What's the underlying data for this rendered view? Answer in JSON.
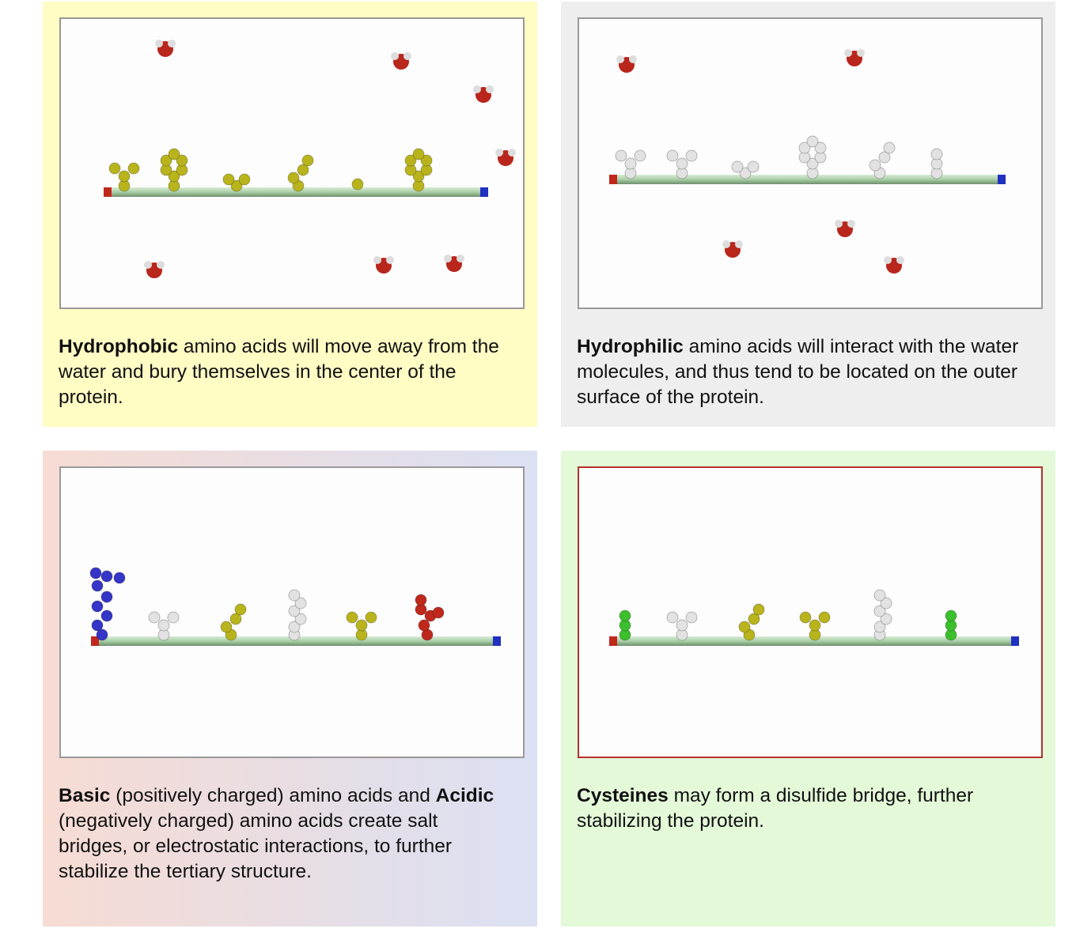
{
  "panels": [
    {
      "bold": "Hydrophobic",
      "text": " amino acids will move away from the water and bury themselves in the center of the protein."
    },
    {
      "bold": "Hydrophilic",
      "text": " amino acids will interact with the water molecules, and thus tend to be located on the outer surface of the protein."
    },
    {
      "bold": "Basic",
      "text": " (positively charged) amino acids and ",
      "bold2": "Acidic",
      "text2": " (negatively charged) amino acids create salt bridges, or electrostatic interactions, to further stabilize the tertiary structure."
    },
    {
      "bold": "Cysteines",
      "text": " may form a disulfide bridge, further stabilizing the protein."
    }
  ],
  "colors": {
    "hydrophobic": "#b9b41c",
    "hydrophilic": "#e2e2e2",
    "basic": "#3535c8",
    "acidic": "#c0281c",
    "cysteine": "#3cbf2c",
    "backbone": "#a9cfa6",
    "water": "#b8261c"
  }
}
